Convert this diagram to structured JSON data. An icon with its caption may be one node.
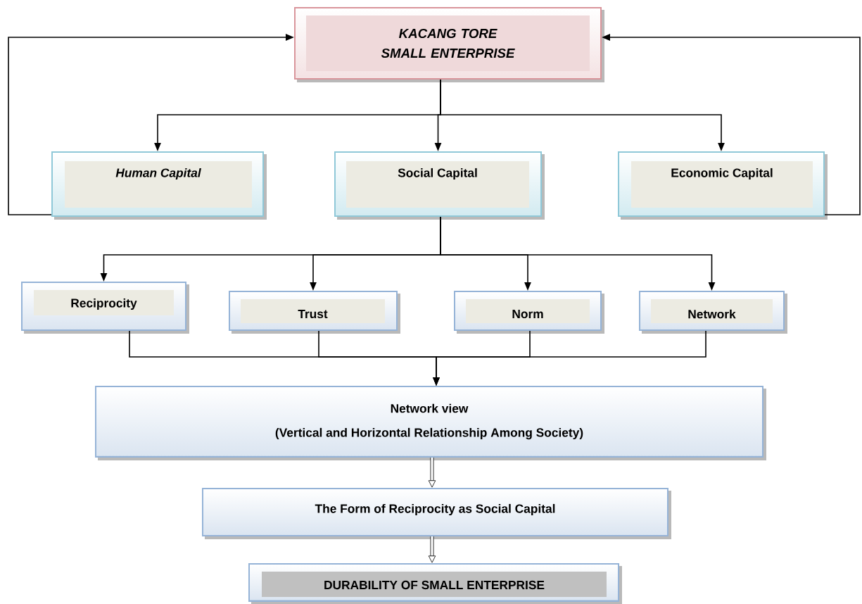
{
  "diagram": {
    "nodes": [
      {
        "text": [
          "KACANG TORE SMALL ENTERPRISE"
        ]
      },
      {
        "text": [
          "Human Capital"
        ]
      },
      {
        "text": [
          "Social Capital"
        ]
      },
      {
        "text": [
          "Economic Capital"
        ]
      },
      {
        "text": [
          "Reciprocity"
        ]
      },
      {
        "text": [
          "Trust"
        ]
      },
      {
        "text": [
          "Norm"
        ]
      },
      {
        "text": [
          "Network"
        ]
      },
      {
        "text": [
          "Network view",
          "(Vertical and Horizontal Relationship Among Society)"
        ]
      },
      {
        "text": [
          "The Form of Reciprocity as Social Capital"
        ]
      },
      {
        "text": [
          "DURABILITY OF SMALL ENTERPRISE"
        ]
      }
    ],
    "edges": [
      {
        "from": 0,
        "to": 1,
        "arrow": "to"
      },
      {
        "from": 0,
        "to": 2,
        "arrow": "to"
      },
      {
        "from": 0,
        "to": 3,
        "arrow": "to"
      },
      {
        "from": 1,
        "to": 0,
        "arrow": "to"
      },
      {
        "from": 3,
        "to": 0,
        "arrow": "to"
      },
      {
        "from": 2,
        "to": 4,
        "arrow": "to"
      },
      {
        "from": 2,
        "to": 5,
        "arrow": "to"
      },
      {
        "from": 2,
        "to": 6,
        "arrow": "to"
      },
      {
        "from": 2,
        "to": 7,
        "arrow": "to"
      },
      {
        "from": 4,
        "to": 8,
        "arrow": "to"
      },
      {
        "from": 5,
        "to": 8,
        "arrow": "to"
      },
      {
        "from": 6,
        "to": 8,
        "arrow": "to"
      },
      {
        "from": 7,
        "to": 8,
        "arrow": "to"
      },
      {
        "from": 8,
        "to": 9,
        "arrow": "to",
        "style": "thick"
      },
      {
        "from": 9,
        "to": 10,
        "arrow": "to",
        "style": "thick"
      }
    ]
  }
}
